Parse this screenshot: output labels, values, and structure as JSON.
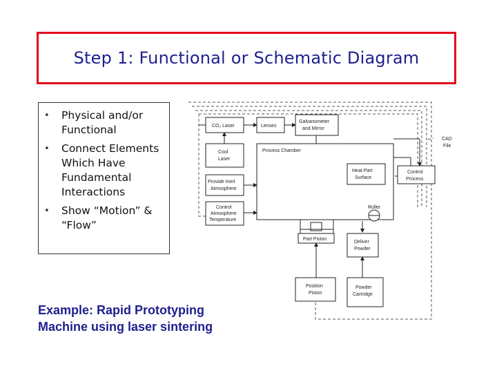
{
  "title": "Step 1: Functional or Schematic Diagram",
  "bullets": [
    "Physical and/or Functional",
    "Connect Elements Which Have Fundamental Interactions",
    "Show “Motion” & “Flow”"
  ],
  "example": "Example: Rapid Prototyping Machine using laser sintering",
  "diagram": {
    "co2_laser": "CO₂ Laser",
    "lenses": "Lenses",
    "galvanometer": [
      "Galvanometer",
      "and Mirror"
    ],
    "cool_laser": [
      "Cool",
      "Laser"
    ],
    "process_chamber": "Process Chamber",
    "cad_file": [
      "CAD",
      "File"
    ],
    "provide_inert": [
      "Provide Inert",
      "Atmosphere"
    ],
    "heat_part": [
      "Heat Part",
      "Surface"
    ],
    "control_process": [
      "Control",
      "Process"
    ],
    "control_atmosphere": [
      "Control",
      "Atmosphere",
      "Temperature"
    ],
    "roller": "Roller",
    "part_piston": "Part Piston",
    "deliver_powder": [
      "Deliver",
      "Powder"
    ],
    "position_piston": [
      "Position",
      "Piston"
    ],
    "powder_cartridge": [
      "Powder",
      "Cartridge"
    ]
  }
}
